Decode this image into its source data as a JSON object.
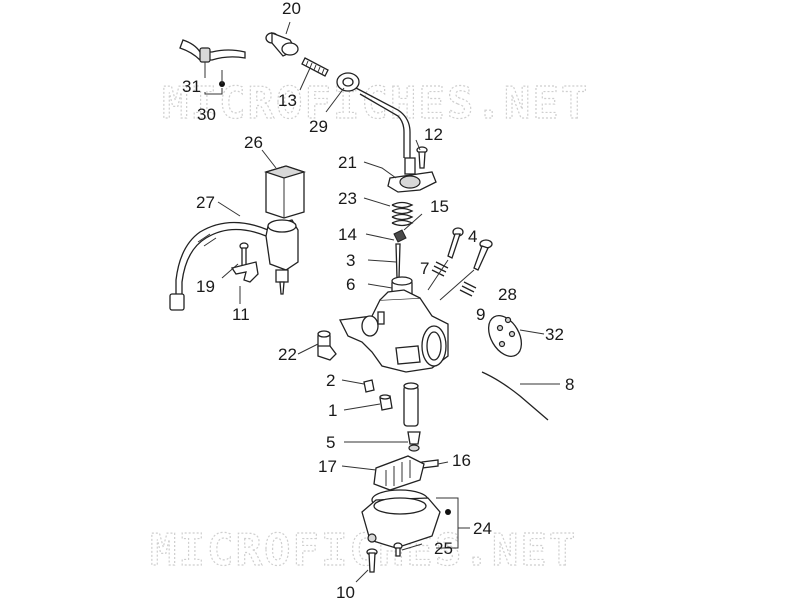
{
  "watermark": "MICROFICHES.NET",
  "labels": {
    "p1": "1",
    "p2": "2",
    "p3": "3",
    "p4": "4",
    "p5": "5",
    "p6": "6",
    "p7": "7",
    "p8": "8",
    "p9": "9",
    "p10": "10",
    "p11": "11",
    "p12": "12",
    "p13": "13",
    "p14": "14",
    "p15": "15",
    "p16": "16",
    "p17": "17",
    "p19": "19",
    "p20": "20",
    "p21": "21",
    "p22": "22",
    "p23": "23",
    "p24": "24",
    "p25": "25",
    "p26": "26",
    "p27": "27",
    "p28": "28",
    "p29": "29",
    "p30": "30",
    "p31": "31",
    "p32": "32"
  }
}
